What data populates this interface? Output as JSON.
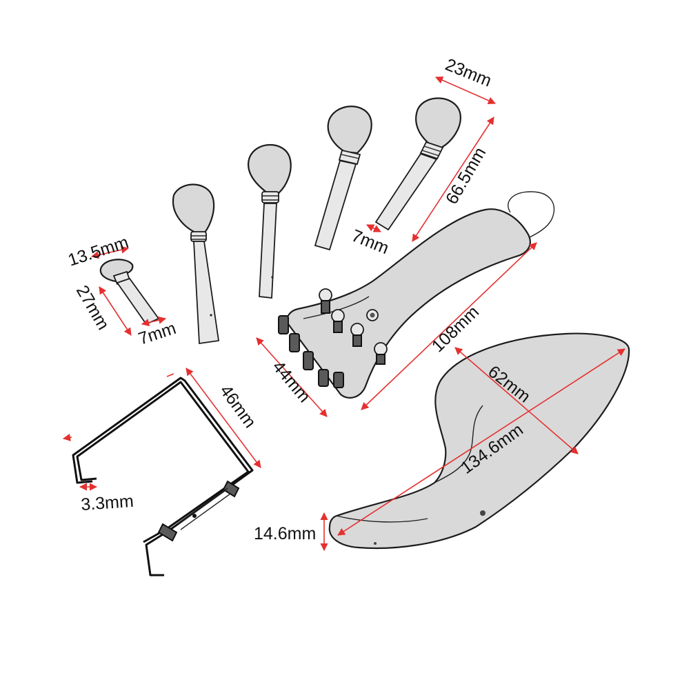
{
  "dimensions": {
    "peg_head_width": "23mm",
    "peg_length": "66.5mm",
    "peg_shaft_diameter_large": "7mm",
    "end_pin_head": "13.5mm",
    "end_pin_length": "27mm",
    "end_pin_shaft": "7mm",
    "tailpiece_length": "108mm",
    "tailpiece_width": "44mm",
    "clamp_height": "46mm",
    "clamp_rod": "3.3mm",
    "chinrest_width": "62mm",
    "chinrest_length": "134.6mm",
    "chinrest_height": "14.6mm"
  },
  "colors": {
    "dimension_line": "#e53030",
    "outline": "#1c1c1c",
    "fill": "#d9d9d9"
  }
}
